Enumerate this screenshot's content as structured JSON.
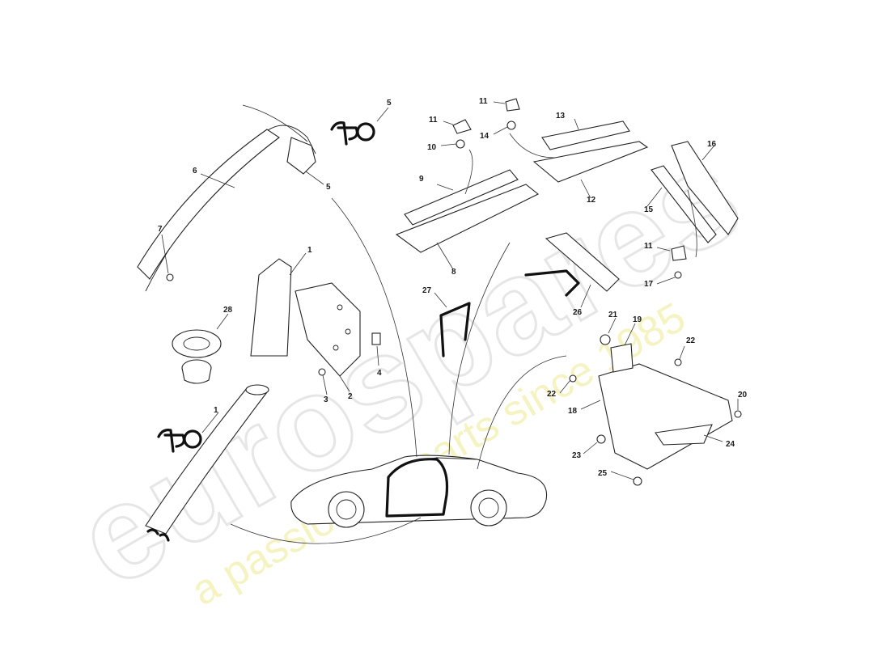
{
  "watermark": {
    "brand": "eurospares",
    "tagline": "a passion for parts since 1985"
  },
  "callouts": {
    "c1a": "1",
    "c1b": "1",
    "c2": "2",
    "c3": "3",
    "c4": "4",
    "c5a": "5",
    "c5b": "5",
    "c6": "6",
    "c7": "7",
    "c8": "8",
    "c9": "9",
    "c10": "10",
    "c11a": "11",
    "c11b": "11",
    "c11c": "11",
    "c12": "12",
    "c13": "13",
    "c14": "14",
    "c15": "15",
    "c16": "16",
    "c17": "17",
    "c18": "18",
    "c19": "19",
    "c20": "20",
    "c21": "21",
    "c22a": "22",
    "c22b": "22",
    "c23": "23",
    "c24": "24",
    "c25": "25",
    "c26": "26",
    "c27": "27",
    "c28": "28"
  }
}
